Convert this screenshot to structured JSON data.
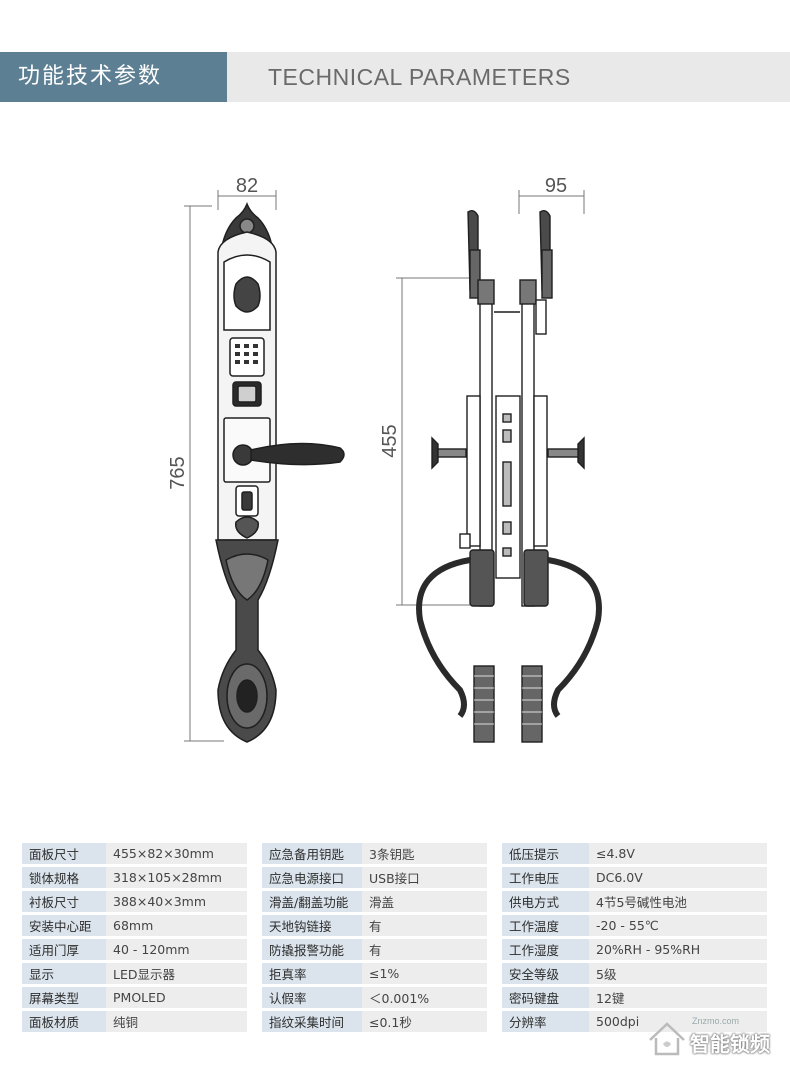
{
  "header": {
    "title_cn": "功能技术参数",
    "title_en": "TECHNICAL PARAMETERS"
  },
  "dimensions": {
    "front_width": "82",
    "front_height": "765",
    "side_depth": "95",
    "side_height": "455"
  },
  "tables": [
    [
      {
        "k": "面板尺寸",
        "v": "455×82×30mm"
      },
      {
        "k": "锁体规格",
        "v": "318×105×28mm"
      },
      {
        "k": "衬板尺寸",
        "v": "388×40×3mm"
      },
      {
        "k": "安装中心距",
        "v": "68mm"
      },
      {
        "k": "适用门厚",
        "v": "40 - 120mm"
      },
      {
        "k": "显示",
        "v": "LED显示器"
      },
      {
        "k": "屏幕类型",
        "v": "PMOLED"
      },
      {
        "k": "面板材质",
        "v": "纯铜"
      }
    ],
    [
      {
        "k": "应急备用钥匙",
        "v": "3条钥匙"
      },
      {
        "k": "应急电源接口",
        "v": "USB接口"
      },
      {
        "k": "滑盖/翻盖功能",
        "v": "滑盖"
      },
      {
        "k": "天地钩链接",
        "v": "有"
      },
      {
        "k": "防撬报警功能",
        "v": "有"
      },
      {
        "k": "拒真率",
        "v": "≤1%"
      },
      {
        "k": "认假率",
        "v": "＜0.001%"
      },
      {
        "k": "指纹采集时间",
        "v": "≤0.1秒"
      }
    ],
    [
      {
        "k": "低压提示",
        "v": "≤4.8V"
      },
      {
        "k": "工作电压",
        "v": "DC6.0V"
      },
      {
        "k": "供电方式",
        "v": "4节5号碱性电池"
      },
      {
        "k": "工作温度",
        "v": "-20 - 55℃"
      },
      {
        "k": "工作湿度",
        "v": "20%RH - 95%RH"
      },
      {
        "k": "安全等级",
        "v": "5级"
      },
      {
        "k": "密码键盘",
        "v": "12键"
      },
      {
        "k": "分辨率",
        "v": "500dpi"
      }
    ]
  ],
  "watermark": {
    "small": "Znzmo.com",
    "big": "智能锁频"
  },
  "colors": {
    "header_accent": "#5d7f93",
    "key_cell": "#dbe4ec",
    "value_cell": "#ededee"
  }
}
